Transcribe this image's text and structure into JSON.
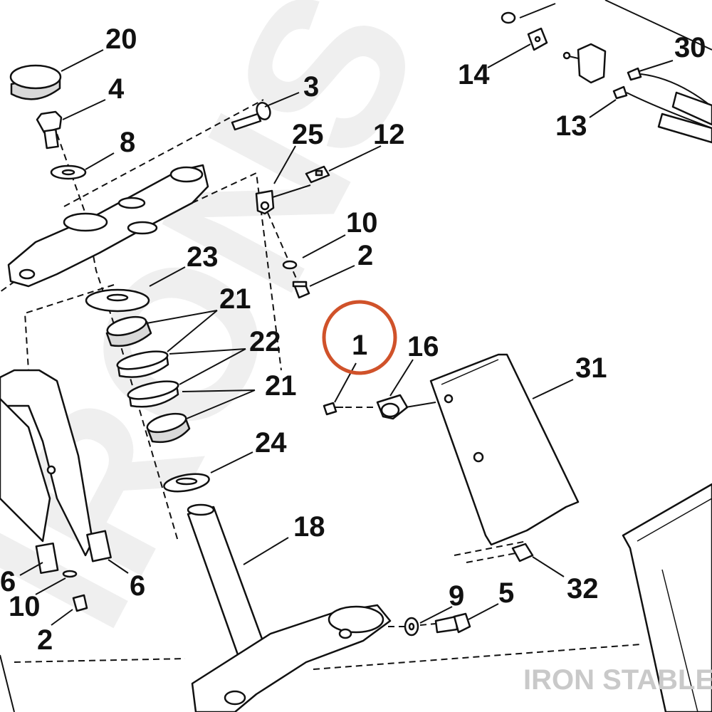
{
  "diagram": {
    "watermark": "IRONSTABLE",
    "brand": "IRON STABLE",
    "highlight_color": "#d0522a",
    "highlighted_part": "1",
    "callouts": [
      {
        "id": "20",
        "label": "20"
      },
      {
        "id": "4",
        "label": "4"
      },
      {
        "id": "8",
        "label": "8"
      },
      {
        "id": "3",
        "label": "3"
      },
      {
        "id": "25",
        "label": "25"
      },
      {
        "id": "12",
        "label": "12"
      },
      {
        "id": "10a",
        "label": "10"
      },
      {
        "id": "2a",
        "label": "2"
      },
      {
        "id": "23",
        "label": "23"
      },
      {
        "id": "21a",
        "label": "21"
      },
      {
        "id": "22",
        "label": "22"
      },
      {
        "id": "21b",
        "label": "21"
      },
      {
        "id": "24",
        "label": "24"
      },
      {
        "id": "1",
        "label": "1"
      },
      {
        "id": "16",
        "label": "16"
      },
      {
        "id": "31",
        "label": "31"
      },
      {
        "id": "14",
        "label": "14"
      },
      {
        "id": "30",
        "label": "30"
      },
      {
        "id": "13",
        "label": "13"
      },
      {
        "id": "18",
        "label": "18"
      },
      {
        "id": "6a",
        "label": "6"
      },
      {
        "id": "6b",
        "label": "6"
      },
      {
        "id": "10b",
        "label": "10"
      },
      {
        "id": "2b",
        "label": "2"
      },
      {
        "id": "9",
        "label": "9"
      },
      {
        "id": "5",
        "label": "5"
      },
      {
        "id": "32",
        "label": "32"
      }
    ]
  }
}
